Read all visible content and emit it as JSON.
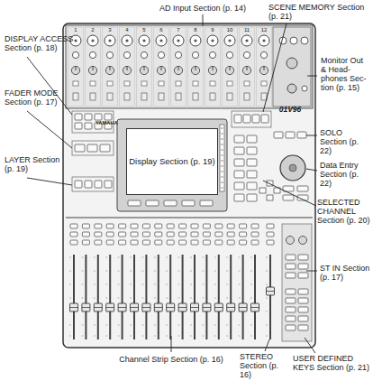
{
  "diagram": {
    "nodes": [
      {
        "text": [
          "Display Section (p. 19)"
        ]
      }
    ],
    "labels": [
      "AD Input Section (p. 14)",
      "SCENE MEMORY Section (p. 21)",
      "1",
      "2",
      "3",
      "4",
      "5",
      "6",
      "7",
      "8",
      "9",
      "10",
      "11",
      "12",
      "DISPLAY ACCESS Section (p. 18)",
      "Monitor Out & Head- phones Sec- tion (p. 15)",
      "FADER MODE Section (p. 17)",
      "YAMAHA",
      "01V96",
      "SOLO Section (p. 22)",
      "Data Entry Section (p. 22)",
      "SELECTED CHANNEL Section (p. 20)",
      "LAYER Section (p. 19)",
      "ST IN Section (p. 17)",
      "Channel Strip Section (p. 16)",
      "STEREO Section (p. 16)",
      "USER DEFINED KEYS Section (p. 21)"
    ]
  }
}
